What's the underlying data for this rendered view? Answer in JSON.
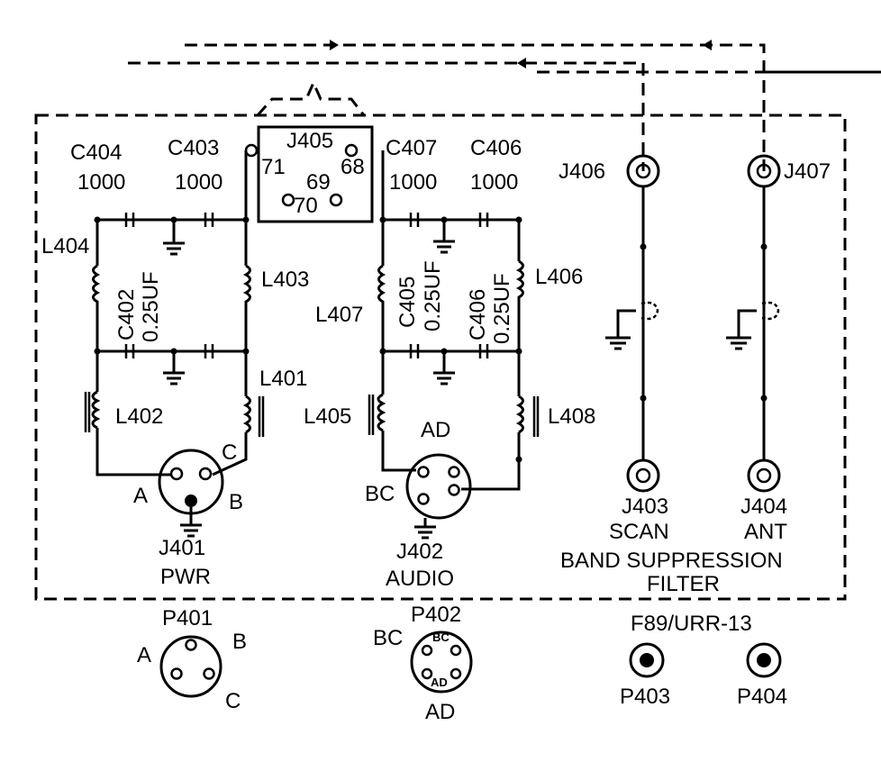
{
  "connectors": {
    "j401": "J401",
    "j401_name": "PWR",
    "j402": "J402",
    "j402_name": "AUDIO",
    "j403": "J403",
    "j403_name": "SCAN",
    "j404": "J404",
    "j404_name": "ANT",
    "j405": "J405",
    "j406": "J406",
    "j407": "J407"
  },
  "j405_pins": {
    "p71": "71",
    "p69": "69",
    "p68": "68",
    "p70": "70"
  },
  "capacitors": {
    "c404": "C404",
    "c404_val": "1000",
    "c403": "C403",
    "c403_val": "1000",
    "c407": "C407",
    "c407_val": "1000",
    "c406": "C406",
    "c406_val": "1000",
    "c402": "C402",
    "c402_val": "0.25UF",
    "c405": "C405",
    "c405_val": "0.25UF",
    "c406b": "C406",
    "c406b_val": "0.25UF"
  },
  "inductors": {
    "l401": "L401",
    "l402": "L402",
    "l403": "L403",
    "l404": "L404",
    "l405": "L405",
    "l406": "L406",
    "l407": "L407",
    "l408": "L408"
  },
  "pins": {
    "a": "A",
    "b": "B",
    "c": "C",
    "bc": "BC",
    "ad": "AD"
  },
  "filter_title": {
    "line1": "BAND SUPPRESSION",
    "line2": "FILTER"
  },
  "plugs": {
    "p401": "P401",
    "p402": "P402",
    "p403": "P403",
    "p404": "P404",
    "model": "F89/URR-13",
    "p401_a": "A",
    "p401_b": "B",
    "p401_c": "C",
    "p402_bc": "BC",
    "p402_bc_inner": "BC",
    "p402_ad_inner": "AD",
    "p402_ad": "AD"
  }
}
